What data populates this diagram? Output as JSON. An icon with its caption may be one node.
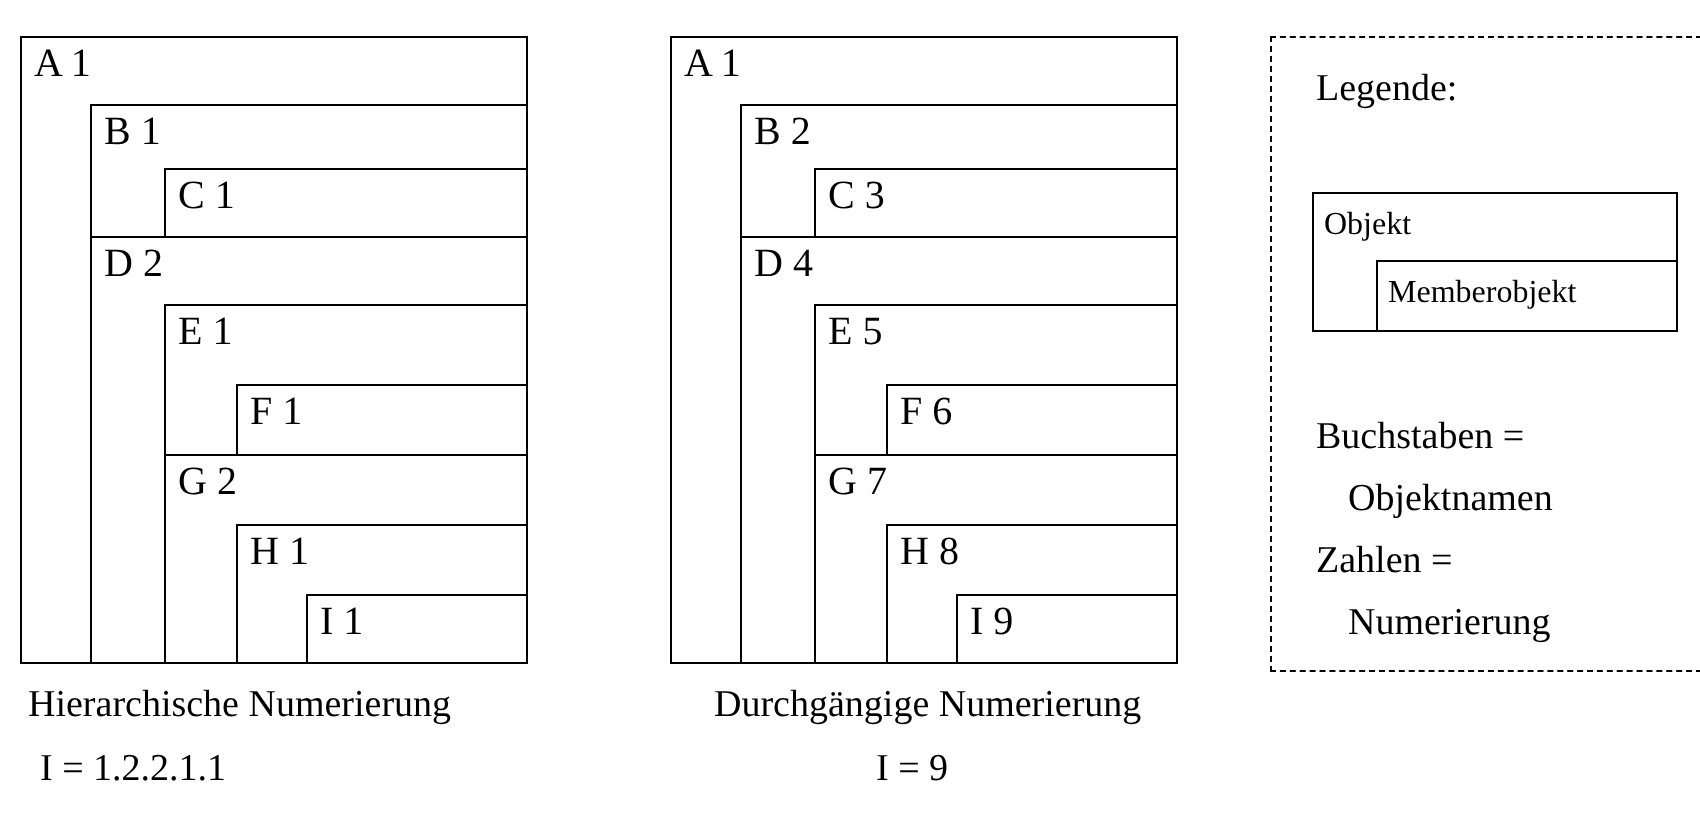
{
  "diagram": {
    "nodes": [
      {
        "text": [
          "A 1"
        ]
      },
      {
        "text": [
          "B 1"
        ],
        "in": 0
      },
      {
        "text": [
          "C 1"
        ],
        "in": 1
      },
      {
        "text": [
          "D 2"
        ],
        "in": 0
      },
      {
        "text": [
          "E 1"
        ],
        "in": 3
      },
      {
        "text": [
          "F 1"
        ],
        "in": 4
      },
      {
        "text": [
          "G 2"
        ],
        "in": 3
      },
      {
        "text": [
          "H 1"
        ],
        "in": 6
      },
      {
        "text": [
          "I 1"
        ],
        "in": 7
      },
      {
        "text": [
          "A 1"
        ]
      },
      {
        "text": [
          "B 2"
        ],
        "in": 9
      },
      {
        "text": [
          "C 3"
        ],
        "in": 10
      },
      {
        "text": [
          "D 4"
        ],
        "in": 9
      },
      {
        "text": [
          "E 5"
        ],
        "in": 12
      },
      {
        "text": [
          "F 6"
        ],
        "in": 13
      },
      {
        "text": [
          "G 7"
        ],
        "in": 12
      },
      {
        "text": [
          "H 8"
        ],
        "in": 15
      },
      {
        "text": [
          "I 9"
        ],
        "in": 16
      },
      {
        "text": [
          "Legende:",
          "Buchstaben = Objektnamen",
          "Zahlen = Numerierung"
        ]
      },
      {
        "text": [
          "Objekt"
        ],
        "in": 18
      },
      {
        "text": [
          "Memberobjekt"
        ],
        "in": 19
      }
    ],
    "labels": [
      "Hierarchische Numerierung",
      "Durchgängige Numerierung",
      "I = 1.2.2.1.1",
      "I = 9"
    ]
  }
}
